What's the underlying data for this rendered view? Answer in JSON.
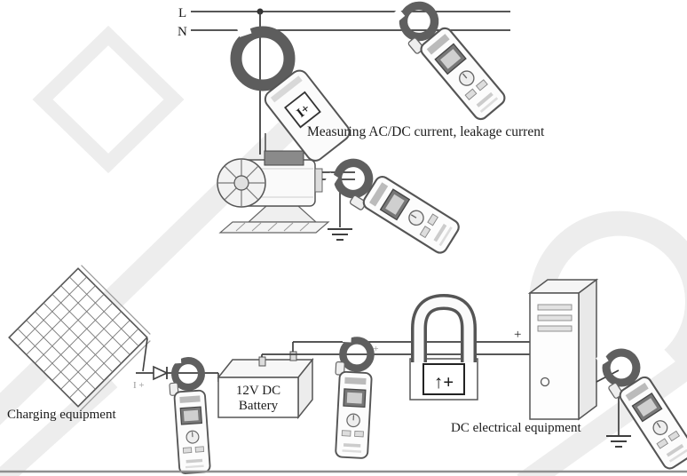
{
  "diagram": {
    "power_lines": {
      "l": "L",
      "n": "N"
    },
    "caption_top": "Measuring AC/DC current, leakage current",
    "labels": {
      "charging": "Charging equipment",
      "battery_line1": "12V DC",
      "battery_line2": "Battery",
      "dc_equipment": "DC electrical equipment",
      "plus": "+",
      "current_arrow_left": "I +",
      "current_arrow_mid": "I +",
      "clamp_symbol_small": "I+",
      "clamp_symbol_large": "↑+"
    },
    "colors": {
      "wire": "#3f3f3f",
      "meter_outline": "#5a5a5a",
      "watermark": "#ededed",
      "screen": "#777777"
    }
  }
}
